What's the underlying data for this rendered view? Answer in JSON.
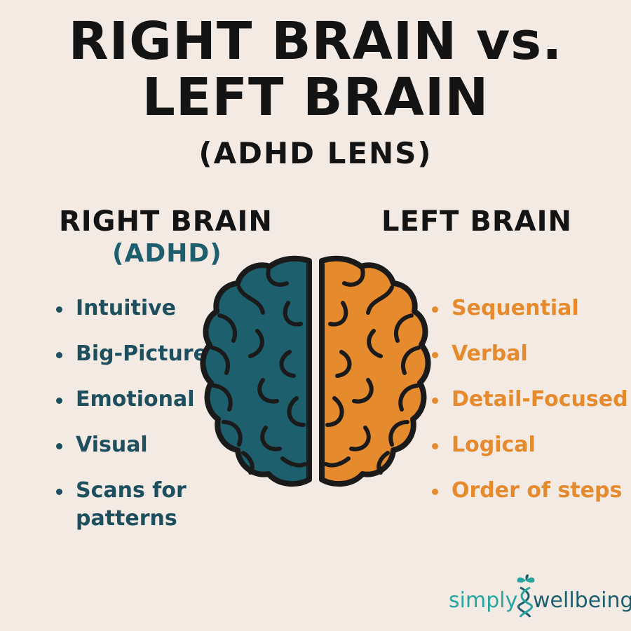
{
  "title": {
    "line1": "RIGHT BRAIN vs.",
    "line2": "LEFT BRAIN",
    "line3": "(ADHD LENS)"
  },
  "right_brain": {
    "heading": "RIGHT BRAIN",
    "subheading": "(ADHD)",
    "color": "#1d5f6c",
    "items": [
      "Intuitive",
      "Big-Picture",
      "Emotional",
      "Visual",
      "Scans for patterns"
    ]
  },
  "left_brain": {
    "heading": "LEFT BRAIN",
    "color": "#e68a2e",
    "items": [
      "Sequential",
      "Verbal",
      "Detail-Focused",
      "Logical",
      "Order of steps"
    ]
  },
  "logo": {
    "part1": "simply",
    "part2": "wellbeing",
    "icon": "dna-leaf-icon"
  },
  "colors": {
    "background": "#f3ebe3",
    "teal": "#1d5f6c",
    "orange": "#e68a2e",
    "outline": "#1a1a1a"
  }
}
